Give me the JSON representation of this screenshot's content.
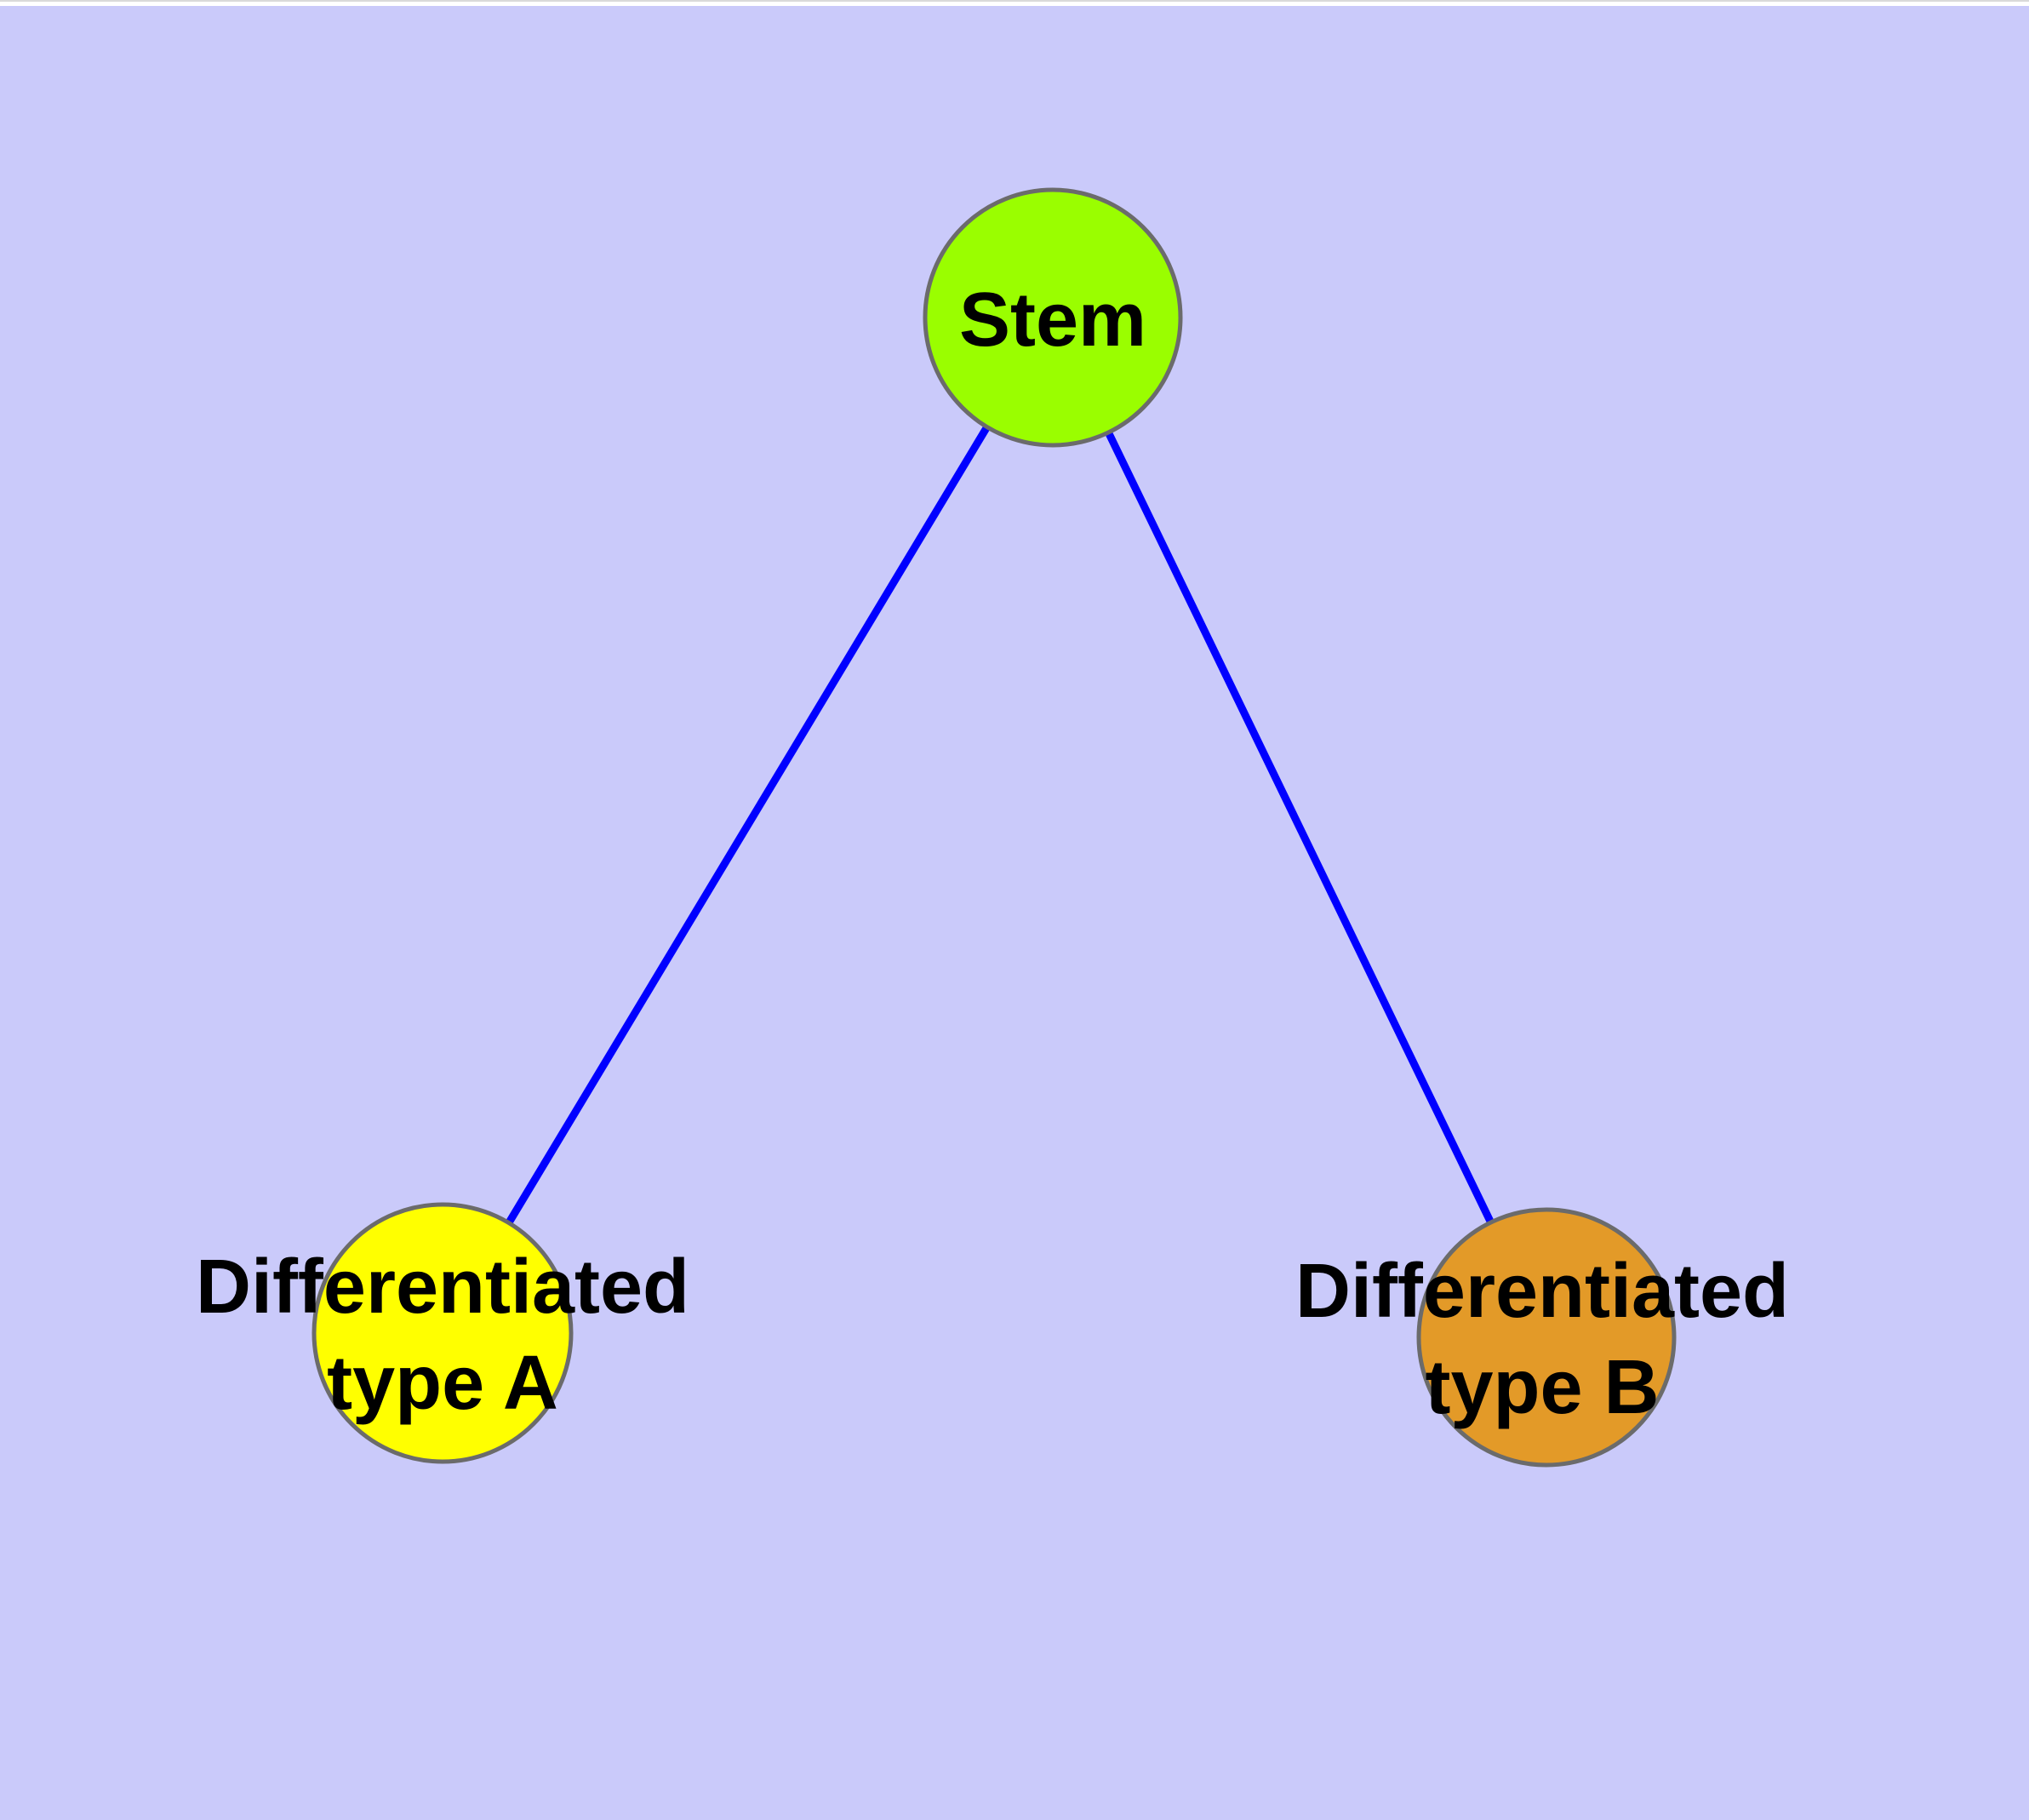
{
  "diagram": {
    "type": "graph",
    "background_color": "#CACAFA",
    "top_strip_color": "#FFFFFF",
    "top_strip_edge_color": "#D9D9D9",
    "edge_color": "#0000FF",
    "node_border_color": "#6B6B6B",
    "label_color": "#000000",
    "nodes": [
      {
        "id": "stem",
        "label": "Stem",
        "color": "#9AFE00"
      },
      {
        "id": "differentiated-type-a",
        "label": "Differentiated type A",
        "label_lines": [
          "Differentiated",
          "type A"
        ],
        "color": "#FFFF00"
      },
      {
        "id": "differentiated-type-b",
        "label": "Differentiated type B",
        "label_lines": [
          "Differentiated",
          "type B"
        ],
        "color": "#E39A28"
      }
    ],
    "edges": [
      {
        "source": "stem",
        "target": "differentiated-type-a"
      },
      {
        "source": "stem",
        "target": "differentiated-type-b"
      }
    ]
  }
}
